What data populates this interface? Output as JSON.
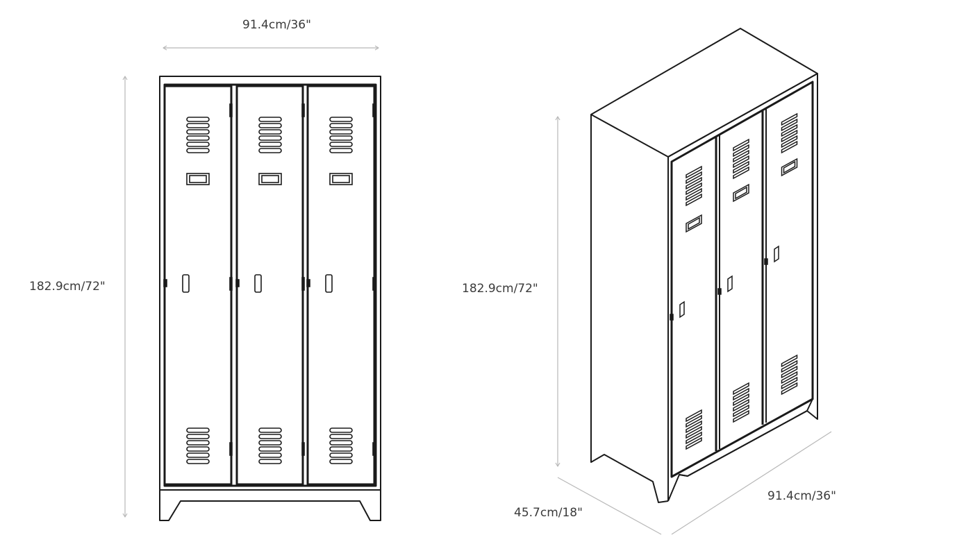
{
  "front_view": {
    "width_label": "91.4cm/36\"",
    "height_label": "182.9cm/72\"",
    "door_count": 3
  },
  "iso_view": {
    "height_label": "182.9cm/72\"",
    "depth_label": "45.7cm/18\"",
    "width_label": "91.4cm/36\"",
    "door_count": 3
  },
  "colors": {
    "line": "#1a1a1a",
    "dimension": "#b8b8b8",
    "label": "#3a3a3a"
  }
}
